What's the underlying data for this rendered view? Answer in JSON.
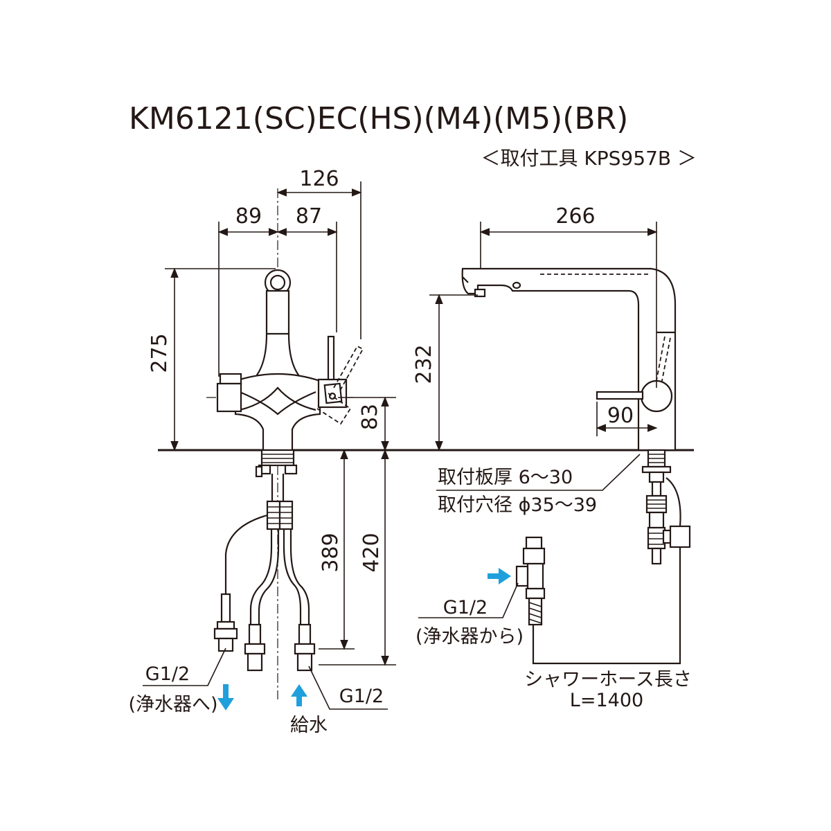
{
  "title": "KM6121(SC)EC(HS)(M4)(M5)(BR)",
  "tool_note": "＜取付工具 KPS957B ＞",
  "dimensions": {
    "w126": "126",
    "w89": "89",
    "w87": "87",
    "w266": "266",
    "h275": "275",
    "h232": "232",
    "h83": "83",
    "w90": "90",
    "h389": "389",
    "h420": "420"
  },
  "mounting": {
    "plate_thickness": "取付板厚 6～30",
    "hole_diameter": "取付穴径 ϕ35～39"
  },
  "connections": {
    "left_size": "G1/2",
    "left_note": "(浄水器へ)",
    "supply_label": "給水",
    "supply_size": "G1/2",
    "right_size": "G1/2",
    "right_note": "(浄水器から)"
  },
  "hose": {
    "label": "シャワーホース長さ",
    "length": "L=1400"
  },
  "colors": {
    "line": "#231815",
    "arrow": "#1fa0dc"
  }
}
